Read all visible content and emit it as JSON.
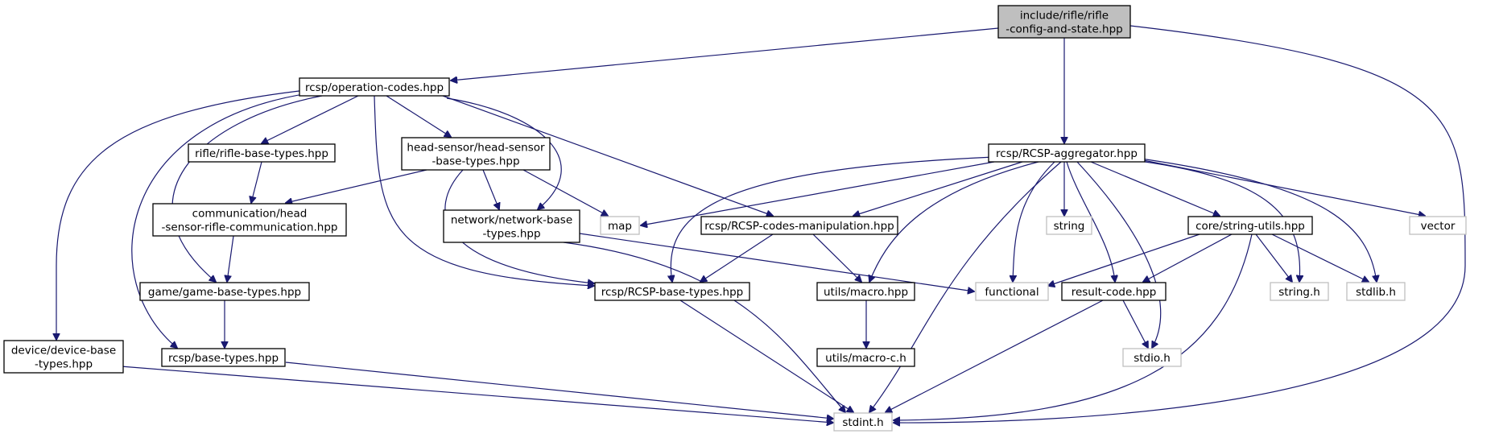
{
  "nodes": [
    {
      "id": "root",
      "lines": [
        "include/rifle/rifle",
        "-config-and-state.hpp"
      ],
      "kind": "root"
    },
    {
      "id": "opcodes",
      "lines": [
        "rcsp/operation-codes.hpp"
      ],
      "kind": "project"
    },
    {
      "id": "aggregator",
      "lines": [
        "rcsp/RCSP-aggregator.hpp"
      ],
      "kind": "project"
    },
    {
      "id": "riflebase",
      "lines": [
        "rifle/rifle-base-types.hpp"
      ],
      "kind": "project"
    },
    {
      "id": "headsensor",
      "lines": [
        "head-sensor/head-sensor",
        "-base-types.hpp"
      ],
      "kind": "project"
    },
    {
      "id": "comm",
      "lines": [
        "communication/head",
        "-sensor-rifle-communication.hpp"
      ],
      "kind": "project"
    },
    {
      "id": "network",
      "lines": [
        "network/network-base",
        "-types.hpp"
      ],
      "kind": "project"
    },
    {
      "id": "map",
      "lines": [
        "map"
      ],
      "kind": "external"
    },
    {
      "id": "codesmanip",
      "lines": [
        "rcsp/RCSP-codes-manipulation.hpp"
      ],
      "kind": "project"
    },
    {
      "id": "string",
      "lines": [
        "string"
      ],
      "kind": "external"
    },
    {
      "id": "strutils",
      "lines": [
        "core/string-utils.hpp"
      ],
      "kind": "project"
    },
    {
      "id": "vector",
      "lines": [
        "vector"
      ],
      "kind": "external"
    },
    {
      "id": "gamebase",
      "lines": [
        "game/game-base-types.hpp"
      ],
      "kind": "project"
    },
    {
      "id": "rcspbase",
      "lines": [
        "rcsp/RCSP-base-types.hpp"
      ],
      "kind": "project"
    },
    {
      "id": "macro",
      "lines": [
        "utils/macro.hpp"
      ],
      "kind": "project"
    },
    {
      "id": "functional",
      "lines": [
        "functional"
      ],
      "kind": "external"
    },
    {
      "id": "resultcode",
      "lines": [
        "result-code.hpp"
      ],
      "kind": "project"
    },
    {
      "id": "stringh",
      "lines": [
        "string.h"
      ],
      "kind": "external"
    },
    {
      "id": "stdlibh",
      "lines": [
        "stdlib.h"
      ],
      "kind": "external"
    },
    {
      "id": "devicebase",
      "lines": [
        "device/device-base",
        "-types.hpp"
      ],
      "kind": "project"
    },
    {
      "id": "basetypes",
      "lines": [
        "rcsp/base-types.hpp"
      ],
      "kind": "project"
    },
    {
      "id": "macroc",
      "lines": [
        "utils/macro-c.h"
      ],
      "kind": "project"
    },
    {
      "id": "stdioh",
      "lines": [
        "stdio.h"
      ],
      "kind": "external"
    },
    {
      "id": "stdinth",
      "lines": [
        "stdint.h"
      ],
      "kind": "external"
    }
  ],
  "edges": [
    [
      "root",
      "opcodes"
    ],
    [
      "root",
      "aggregator"
    ],
    [
      "root",
      "stdinth"
    ],
    [
      "opcodes",
      "riflebase"
    ],
    [
      "opcodes",
      "headsensor"
    ],
    [
      "opcodes",
      "network"
    ],
    [
      "opcodes",
      "codesmanip"
    ],
    [
      "opcodes",
      "gamebase"
    ],
    [
      "opcodes",
      "rcspbase"
    ],
    [
      "opcodes",
      "devicebase"
    ],
    [
      "opcodes",
      "basetypes"
    ],
    [
      "aggregator",
      "map"
    ],
    [
      "aggregator",
      "codesmanip"
    ],
    [
      "aggregator",
      "string"
    ],
    [
      "aggregator",
      "strutils"
    ],
    [
      "aggregator",
      "vector"
    ],
    [
      "aggregator",
      "rcspbase"
    ],
    [
      "aggregator",
      "macro"
    ],
    [
      "aggregator",
      "functional"
    ],
    [
      "aggregator",
      "resultcode"
    ],
    [
      "aggregator",
      "stringh"
    ],
    [
      "aggregator",
      "stdlibh"
    ],
    [
      "aggregator",
      "stdioh"
    ],
    [
      "aggregator",
      "stdinth"
    ],
    [
      "riflebase",
      "comm"
    ],
    [
      "headsensor",
      "comm"
    ],
    [
      "headsensor",
      "network"
    ],
    [
      "headsensor",
      "map"
    ],
    [
      "headsensor",
      "rcspbase"
    ],
    [
      "comm",
      "gamebase"
    ],
    [
      "network",
      "functional"
    ],
    [
      "network",
      "stdinth"
    ],
    [
      "codesmanip",
      "rcspbase"
    ],
    [
      "codesmanip",
      "macro"
    ],
    [
      "strutils",
      "functional"
    ],
    [
      "strutils",
      "resultcode"
    ],
    [
      "strutils",
      "stringh"
    ],
    [
      "strutils",
      "stdlibh"
    ],
    [
      "strutils",
      "stdinth"
    ],
    [
      "gamebase",
      "basetypes"
    ],
    [
      "rcspbase",
      "stdinth"
    ],
    [
      "macro",
      "macroc"
    ],
    [
      "resultcode",
      "stdioh"
    ],
    [
      "resultcode",
      "stdinth"
    ],
    [
      "devicebase",
      "stdinth"
    ],
    [
      "basetypes",
      "stdinth"
    ]
  ]
}
